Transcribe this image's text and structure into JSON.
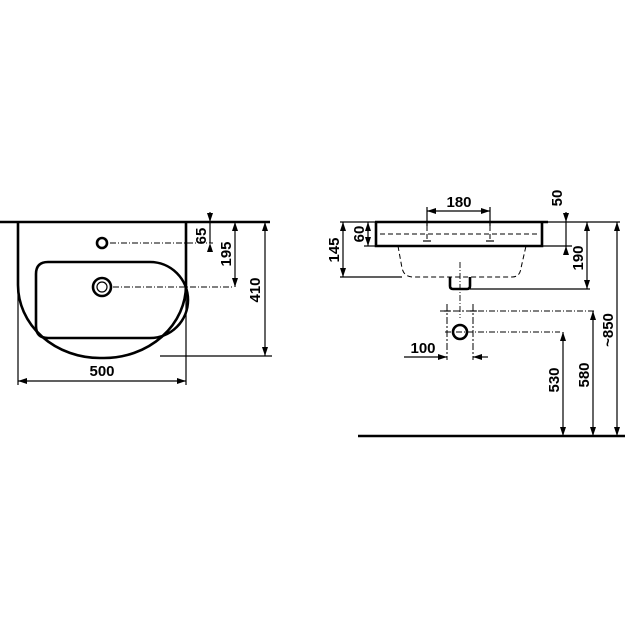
{
  "top_view": {
    "dimensions": {
      "width": "500",
      "depth": "410",
      "tap_hole_offset": "65",
      "waste_offset": "195"
    }
  },
  "side_view": {
    "dimensions": {
      "tap_holes_spacing": "180",
      "rim_top": "50",
      "rim_height": "60",
      "basin_height": "145",
      "waste_height": "190",
      "mounting_height": "~850",
      "supply_spacing": "100",
      "waste_outlet_height": "530",
      "supply_height": "580"
    }
  }
}
